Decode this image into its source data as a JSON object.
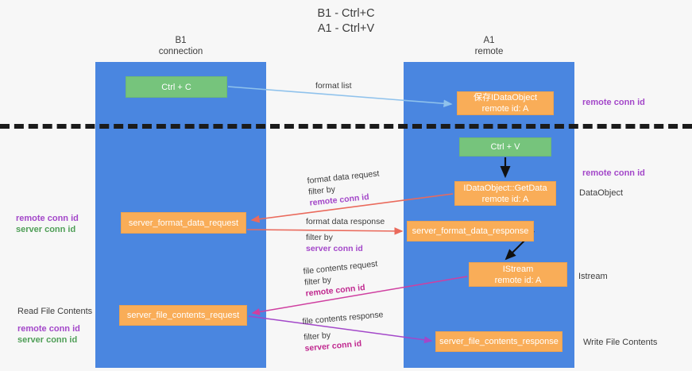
{
  "title": {
    "line1": "B1 - Ctrl+C",
    "line2": "A1 - Ctrl+V"
  },
  "lanes": [
    {
      "id": "b1",
      "name": "B1",
      "sub": "connection"
    },
    {
      "id": "a1",
      "name": "A1",
      "sub": "remote"
    }
  ],
  "boxes": {
    "ctrl_c": {
      "line1": "Ctrl + C",
      "color": "#76c47c"
    },
    "idataobject": {
      "line1": "保存IDataObject",
      "line2": "remote id: A",
      "color": "#f9ad58"
    },
    "ctrl_v": {
      "line1": "Ctrl + V",
      "color": "#76c47c"
    },
    "getdata": {
      "line1": "IDataObject::GetData",
      "line2": "remote id: A",
      "color": "#f9ad58"
    },
    "server_format_data_request": {
      "line1": "server_format_data_request",
      "color": "#f9ad58"
    },
    "server_format_data_response": {
      "line1": "server_format_data_response",
      "color": "#f9ad58"
    },
    "istream": {
      "line1": "IStream",
      "line2": "remote id: A",
      "color": "#f9ad58"
    },
    "server_file_contents_request": {
      "line1": "server_file_contents_request",
      "color": "#f9ad58"
    },
    "server_file_contents_response": {
      "line1": "server_file_contents_response",
      "color": "#f9ad58"
    }
  },
  "notes": {
    "remote_conn_id_1": "remote conn id",
    "remote_conn_id_2": "remote conn id",
    "dataobject": "DataObject",
    "istream": "Istream",
    "write_file_contents": "Write File Contents",
    "read_file_contents": "Read File Contents",
    "left_remote_conn_id": "remote conn id",
    "left_server_conn_id": "server conn id",
    "read_remote_conn_id": "remote conn id",
    "read_server_conn_id": "server conn id"
  },
  "edge_labels": {
    "format_list": "format list",
    "format_data_request": "format data request",
    "format_data_request_filter_prefix": "filter by ",
    "format_data_request_filter_key": "remote conn id",
    "format_data_response": "format data response",
    "format_data_response_filter_prefix": "filter by ",
    "format_data_response_filter_key": "server conn id",
    "file_contents_request": "file contents request",
    "file_contents_request_filter_prefix": "filter by ",
    "file_contents_request_filter_key": "remote conn id",
    "file_contents_response": "file contents response",
    "file_contents_response_filter_prefix": "filter by ",
    "file_contents_response_filter_key": "server conn id"
  },
  "colors": {
    "lane": "#4a86e0",
    "green_box": "#76c47c",
    "orange_box": "#f9ad58",
    "purple_text": "#a347c9",
    "green_text": "#4f9e57",
    "magenta_text": "#c0288f",
    "arrow_blue": "#8fc2ec",
    "arrow_red": "#ea6a5c",
    "arrow_magenta": "#cf3fa0",
    "arrow_purple": "#a347c9",
    "arrow_black": "#111111",
    "divider": "#1b1b1b",
    "background": "#f7f7f7"
  }
}
